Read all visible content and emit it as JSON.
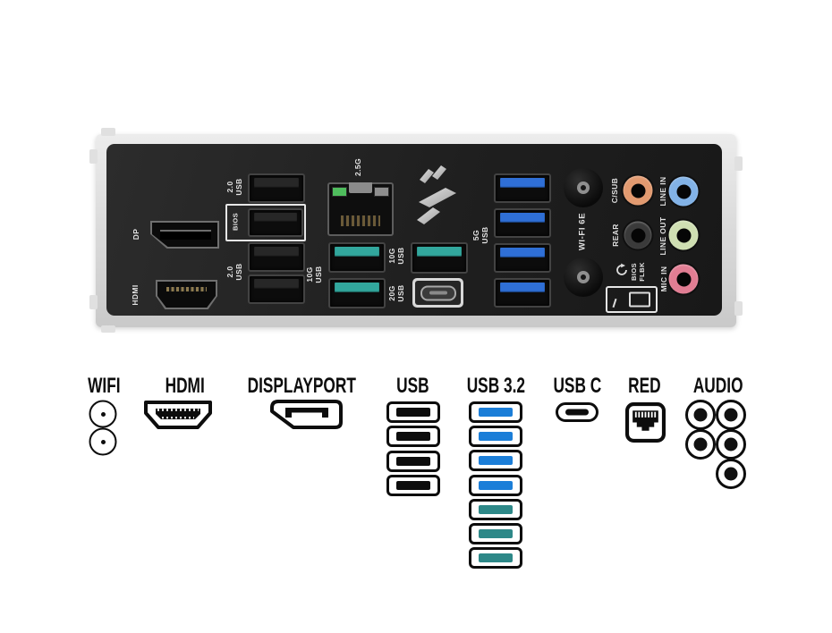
{
  "io_panel": {
    "labels": {
      "dp": "DP",
      "hdmi": "HDMI",
      "usb2_top": "2.0\nUSB",
      "bios": "BIOS",
      "usb2_bottom": "2.0\nUSB",
      "lan": "2.5G",
      "usb10g_left": "10G\nUSB",
      "usb10g_right": "10G\nUSB",
      "usb20g": "20G\nUSB",
      "usb5g": "5G\nUSB",
      "wifi": "WI-FI 6E",
      "bios_flashback": "BIOS\nFLBK",
      "audio_csub": "C/SUB",
      "audio_line_in": "LINE IN",
      "audio_rear": "REAR",
      "audio_line_out": "LINE OUT",
      "audio_mic_in": "MIC IN"
    },
    "port_counts": {
      "usb2_black": 4,
      "usb_10g_teal": 3,
      "usb_20g_type_c": 1,
      "usb_5g_blue": 4,
      "wifi_antenna": 2,
      "audio_jacks": 5
    }
  },
  "colors": {
    "usb_5g": "#2f6fd6",
    "usb_10g": "#32a79d",
    "usb_2": "#272727",
    "lan_led_green": "#4fbd5d",
    "lan_led_gray": "#8e8e8e",
    "audio_csub": "#e29a70",
    "audio_line_in": "#82b2e6",
    "audio_rear": "#3a3a3a",
    "audio_line_out": "#cfdfb2",
    "audio_mic_in": "#e17d93",
    "legend_blue": "#1b7ed8",
    "legend_teal": "#2d8888",
    "legend_black": "#0d0d0d"
  },
  "legend": {
    "wifi": {
      "label": "WIFI",
      "ports": 2
    },
    "hdmi": {
      "label": "HDMI"
    },
    "displayport": {
      "label": "DISPLAYPORT"
    },
    "usb": {
      "label": "USB",
      "count": 4,
      "bar_color": "#0d0d0d"
    },
    "usb32": {
      "label": "USB 3.2",
      "bar_colors": [
        "#1b7ed8",
        "#1b7ed8",
        "#1b7ed8",
        "#1b7ed8",
        "#2d8888",
        "#2d8888",
        "#2d8888"
      ]
    },
    "usbc": {
      "label": "USB C"
    },
    "red": {
      "label": "RED"
    },
    "audio": {
      "label": "AUDIO",
      "ports": 5
    }
  }
}
